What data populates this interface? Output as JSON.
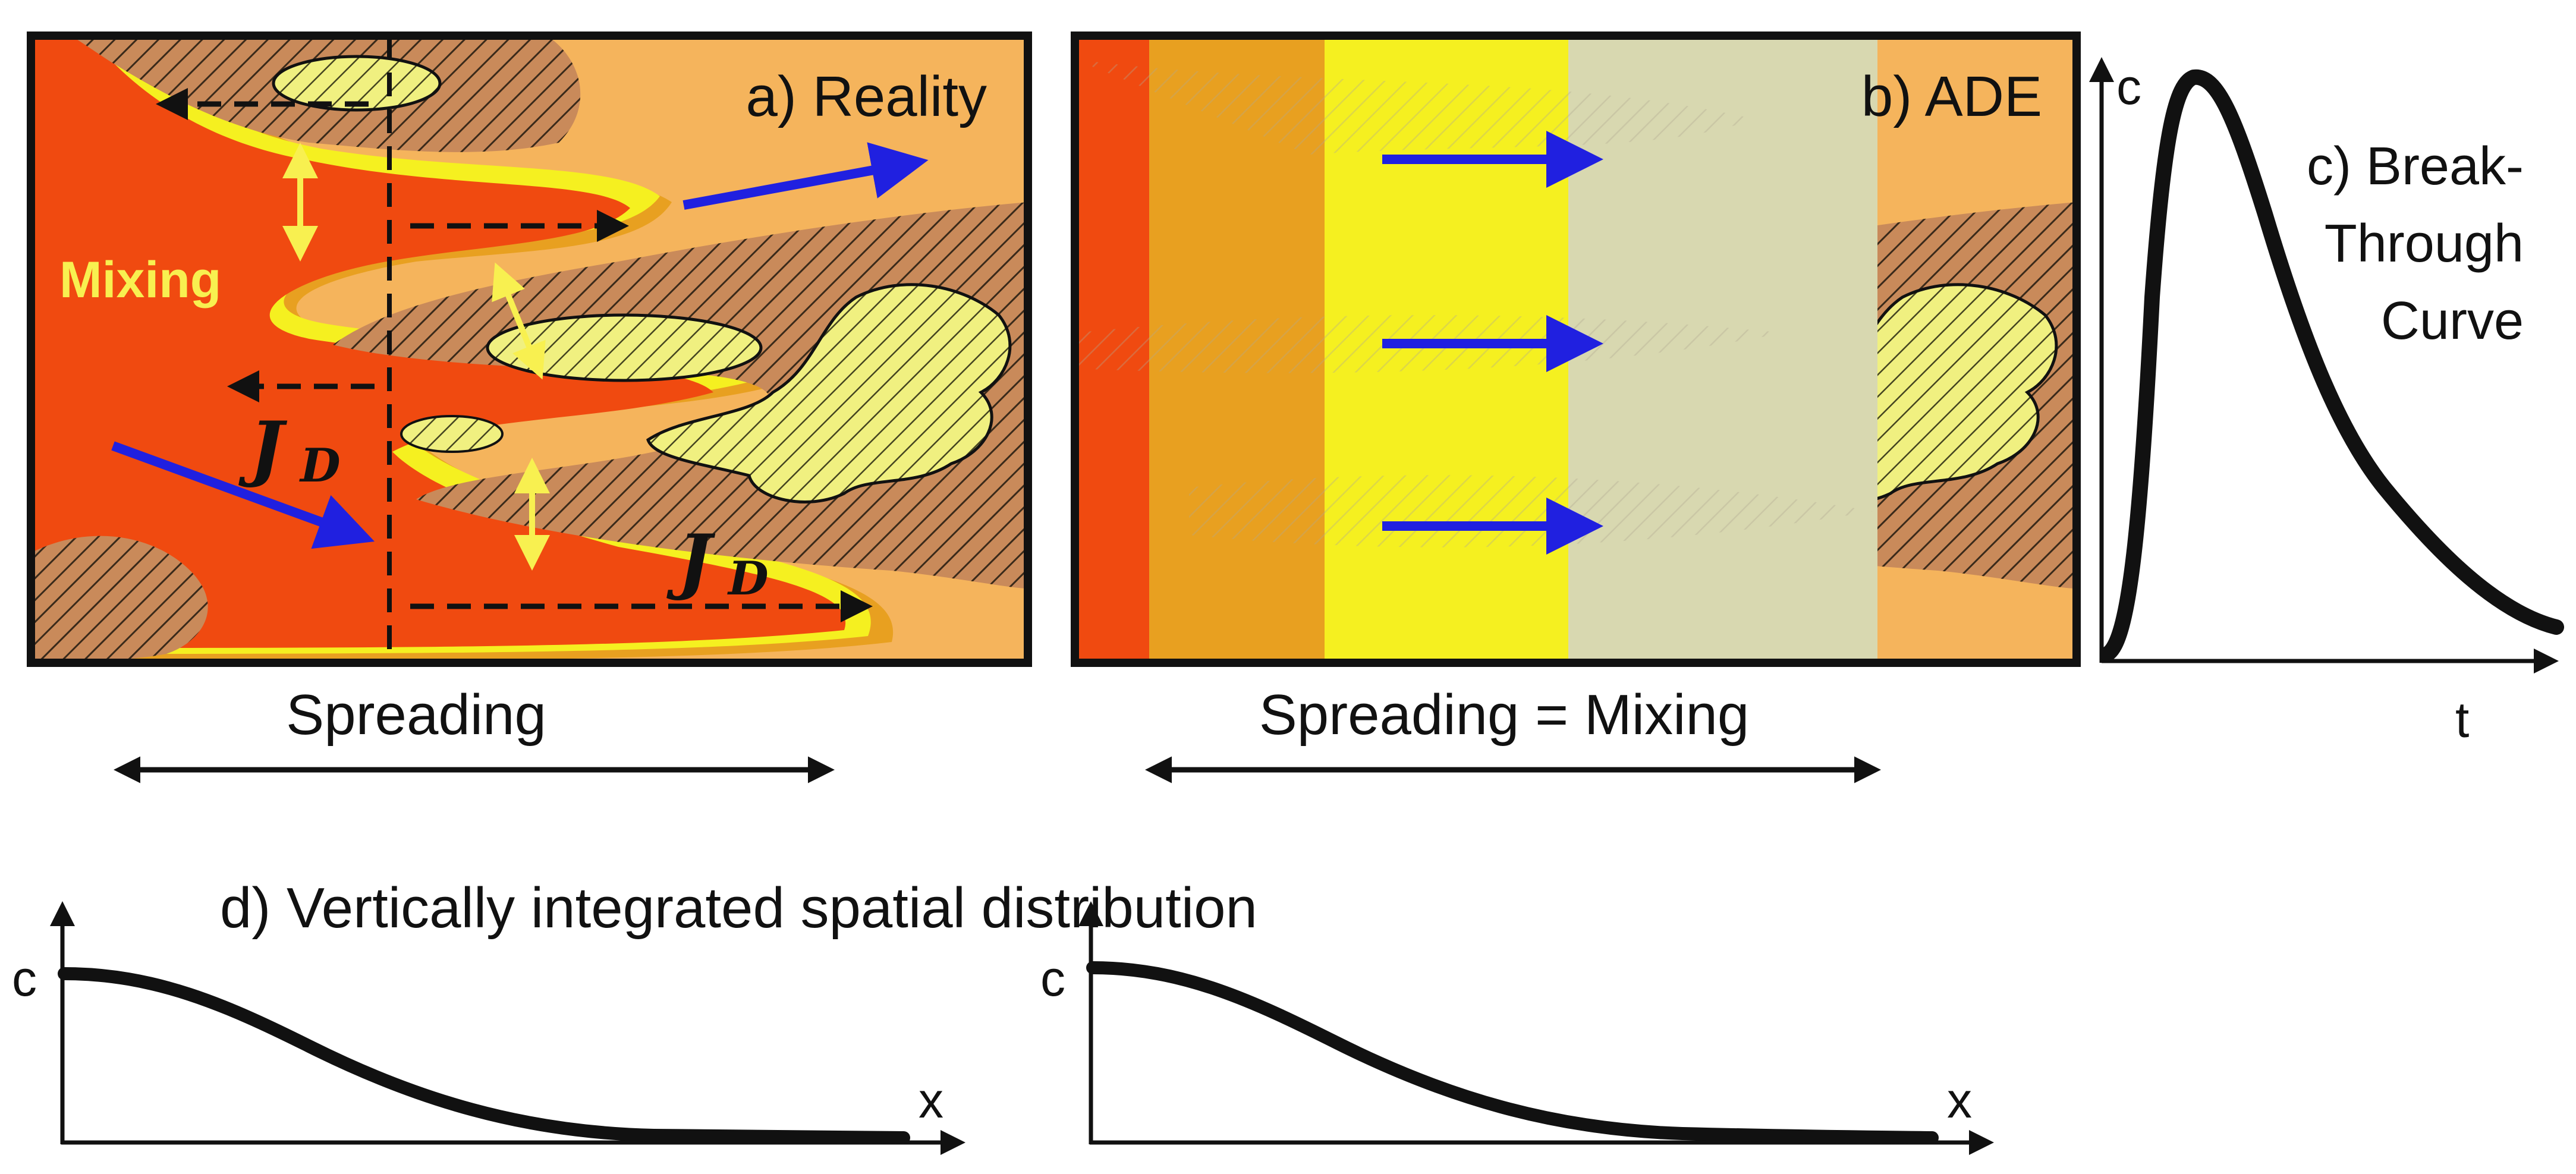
{
  "panels": {
    "reality": {
      "label": "a) Reality",
      "mixing_label": "Mixing",
      "flux_symbol": "J",
      "flux_subscript": "D",
      "spreading_label": "Spreading"
    },
    "ade": {
      "label": "b) ADE",
      "spreading_label": "Spreading = Mixing"
    },
    "breakthrough": {
      "label_line1": "c) Break-",
      "label_line2": "Through",
      "label_line3": "Curve",
      "y_axis": "c",
      "x_axis": "t"
    },
    "distribution": {
      "title": "d) Vertically integrated spatial distribution",
      "y_axis": "c",
      "x_axis": "x"
    }
  },
  "colors": {
    "red_plume": "#f04a10",
    "orange": "#e8a020",
    "light_orange": "#f5b45c",
    "yellow": "#f5f020",
    "gray_band": "#d8d8b0",
    "arrow_blue": "#2020e0",
    "mixing_yellow": "#f8f050"
  },
  "icons": [
    "arrow-right-icon",
    "arrow-double-icon",
    "hatch-pattern"
  ]
}
